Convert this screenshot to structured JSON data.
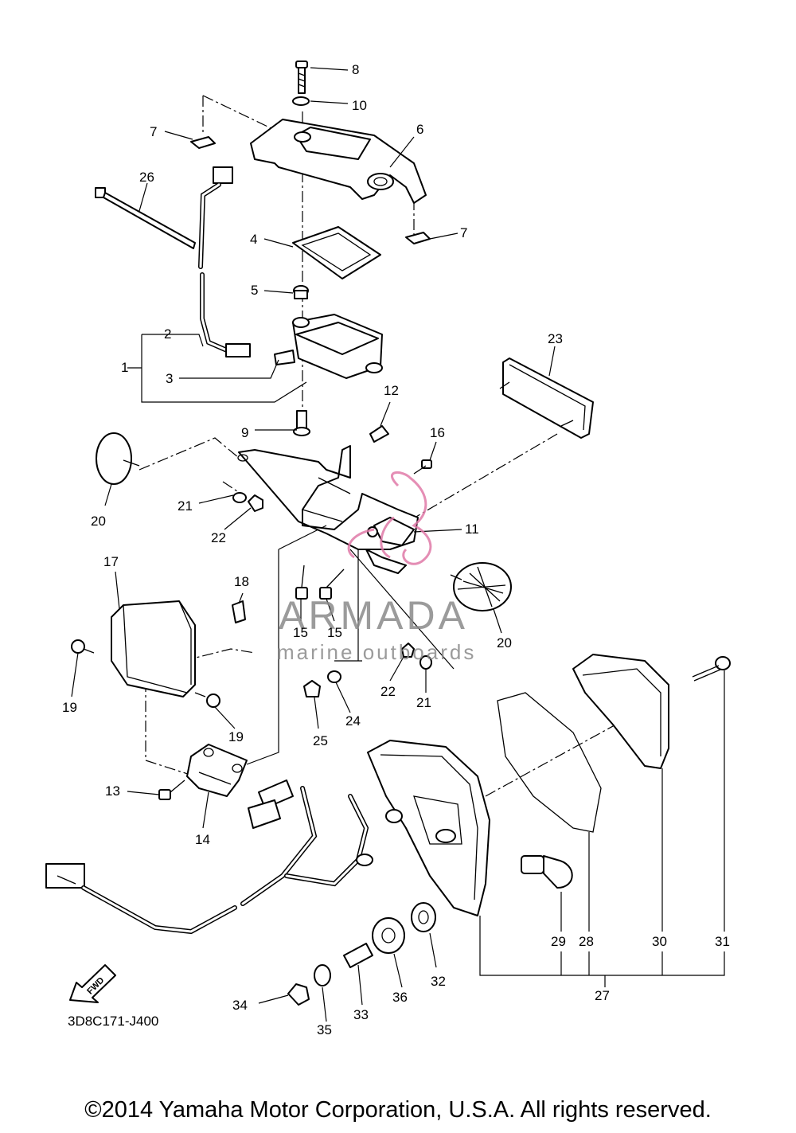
{
  "callouts": [
    {
      "label": "1"
    },
    {
      "label": "2"
    },
    {
      "label": "3"
    },
    {
      "label": "4"
    },
    {
      "label": "5"
    },
    {
      "label": "6"
    },
    {
      "label": "7"
    },
    {
      "label": "7"
    },
    {
      "label": "8"
    },
    {
      "label": "9"
    },
    {
      "label": "10"
    },
    {
      "label": "11"
    },
    {
      "label": "12"
    },
    {
      "label": "13"
    },
    {
      "label": "14"
    },
    {
      "label": "15"
    },
    {
      "label": "15"
    },
    {
      "label": "16"
    },
    {
      "label": "17"
    },
    {
      "label": "18"
    },
    {
      "label": "19"
    },
    {
      "label": "19"
    },
    {
      "label": "20"
    },
    {
      "label": "20"
    },
    {
      "label": "21"
    },
    {
      "label": "21"
    },
    {
      "label": "22"
    },
    {
      "label": "22"
    },
    {
      "label": "23"
    },
    {
      "label": "24"
    },
    {
      "label": "25"
    },
    {
      "label": "26"
    },
    {
      "label": "27"
    },
    {
      "label": "28"
    },
    {
      "label": "29"
    },
    {
      "label": "30"
    },
    {
      "label": "31"
    },
    {
      "label": "32"
    },
    {
      "label": "33"
    },
    {
      "label": "34"
    },
    {
      "label": "35"
    },
    {
      "label": "36"
    }
  ],
  "watermark": {
    "brand": "ARMADA",
    "sub": "marine outboards",
    "color": "#e07aa8"
  },
  "fwd_label": "FWD",
  "catalog_code": "3D8C171-J400",
  "copyright": "©2014 Yamaha Motor Corporation, U.S.A. All rights reserved."
}
